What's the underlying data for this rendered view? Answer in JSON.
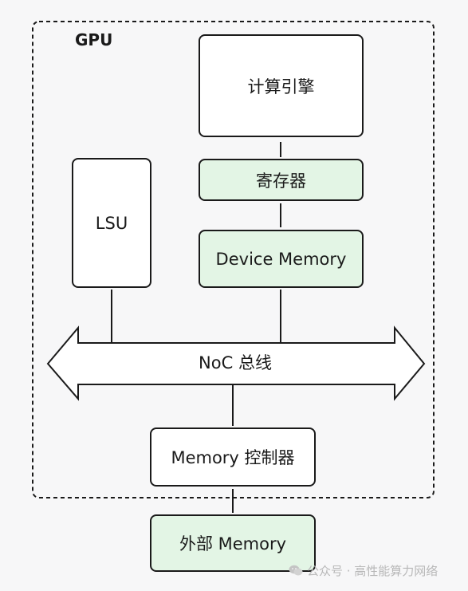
{
  "diagram": {
    "gpu_label": "GPU",
    "compute_engine": "计算引擎",
    "registers": "寄存器",
    "device_memory": "Device Memory",
    "lsu": "LSU",
    "noc_bus": "NoC 总线",
    "memory_controller": "Memory 控制器",
    "external_memory": "外部 Memory"
  },
  "watermark": {
    "text": "公众号 · 高性能算力网络",
    "icon": "wechat-icon"
  },
  "colors": {
    "stroke": "#1a1a1a",
    "green_fill": "#e3f5e5",
    "white_fill": "#ffffff",
    "background": "#f7f7f8"
  }
}
